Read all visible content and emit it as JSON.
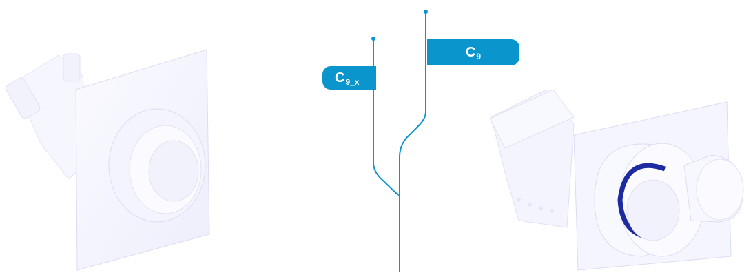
{
  "colors": {
    "accent": "#0a95cc",
    "product_fill": "#f3f3ff",
    "product_edge": "#dcdcf3",
    "gasket": "#1e2aa0"
  },
  "labels": {
    "left_option": {
      "main": "C",
      "sub": "9_x"
    },
    "right_option": {
      "main": "C",
      "sub": "9"
    }
  },
  "images": {
    "left": "wall-terminal-straight",
    "right": "wall-terminal-angled"
  }
}
